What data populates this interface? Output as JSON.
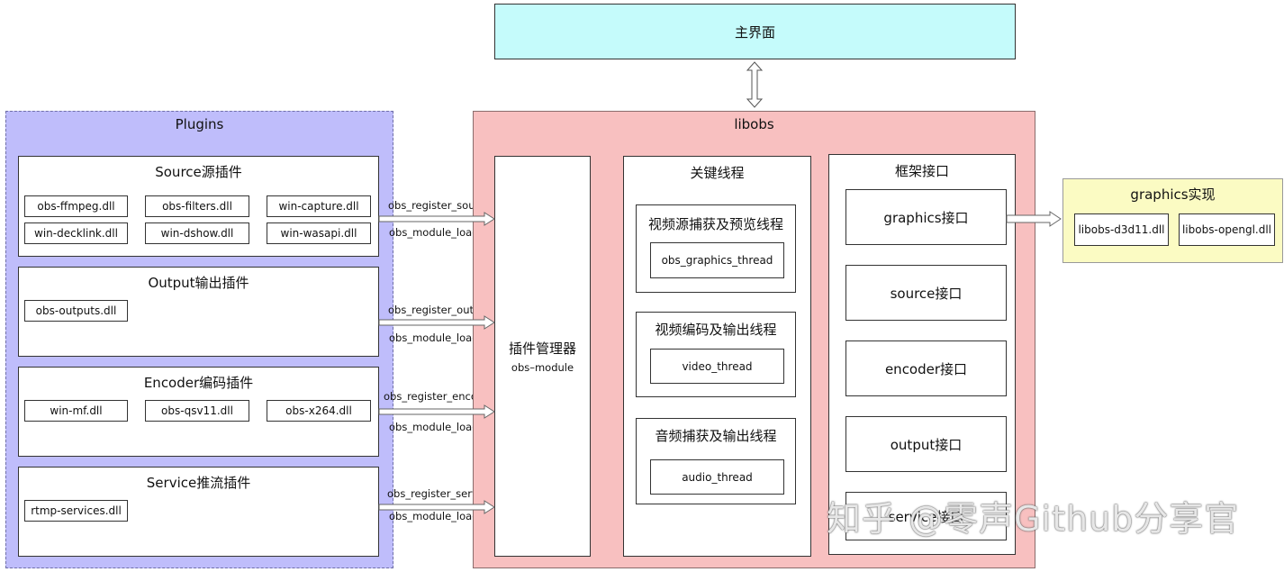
{
  "main_ui": {
    "label": "主界面"
  },
  "plugins": {
    "title": "Plugins",
    "groups": [
      {
        "title": "Source源插件",
        "dlls": [
          "obs-ffmpeg.dll",
          "obs-filters.dll",
          "win-capture.dll",
          "win-decklink.dll",
          "win-dshow.dll",
          "win-wasapi.dll"
        ]
      },
      {
        "title": "Output输出插件",
        "dlls": [
          "obs-outputs.dll"
        ]
      },
      {
        "title": "Encoder编码插件",
        "dlls": [
          "win-mf.dll",
          "obs-qsv11.dll",
          "obs-x264.dll"
        ]
      },
      {
        "title": "Service推流插件",
        "dlls": [
          "rtmp-services.dll"
        ]
      }
    ]
  },
  "connectors": [
    {
      "register": "obs_register_source",
      "load": "obs_module_load"
    },
    {
      "register": "obs_register_output",
      "load": "obs_module_load"
    },
    {
      "register": "obs_register_encoder",
      "load": "obs_module_load"
    },
    {
      "register": "obs_register_service",
      "load": "obs_module_load"
    }
  ],
  "libobs": {
    "title": "libobs",
    "plugin_manager": {
      "title": "插件管理器",
      "subtitle": "obs–module"
    },
    "threads": {
      "title": "关键线程",
      "items": [
        {
          "title": "视频源捕获及预览线程",
          "func": "obs_graphics_thread"
        },
        {
          "title": "视频编码及输出线程",
          "func": "video_thread"
        },
        {
          "title": "音频捕获及输出线程",
          "func": "audio_thread"
        }
      ]
    },
    "interfaces": {
      "title": "框架接口",
      "items": [
        "graphics接口",
        "source接口",
        "encoder接口",
        "output接口",
        "service接口"
      ]
    }
  },
  "graphics_impl": {
    "title": "graphics实现",
    "dlls": [
      "libobs-d3d11.dll",
      "libobs-opengl.dll"
    ]
  },
  "watermark": "知乎 @零声Github分享官",
  "colors": {
    "main_ui_fill": "#c5fbfb",
    "plugins_fill": "#bfbdfb",
    "libobs_fill": "#f8c0c0",
    "graphics_fill": "#fbfbc3"
  }
}
